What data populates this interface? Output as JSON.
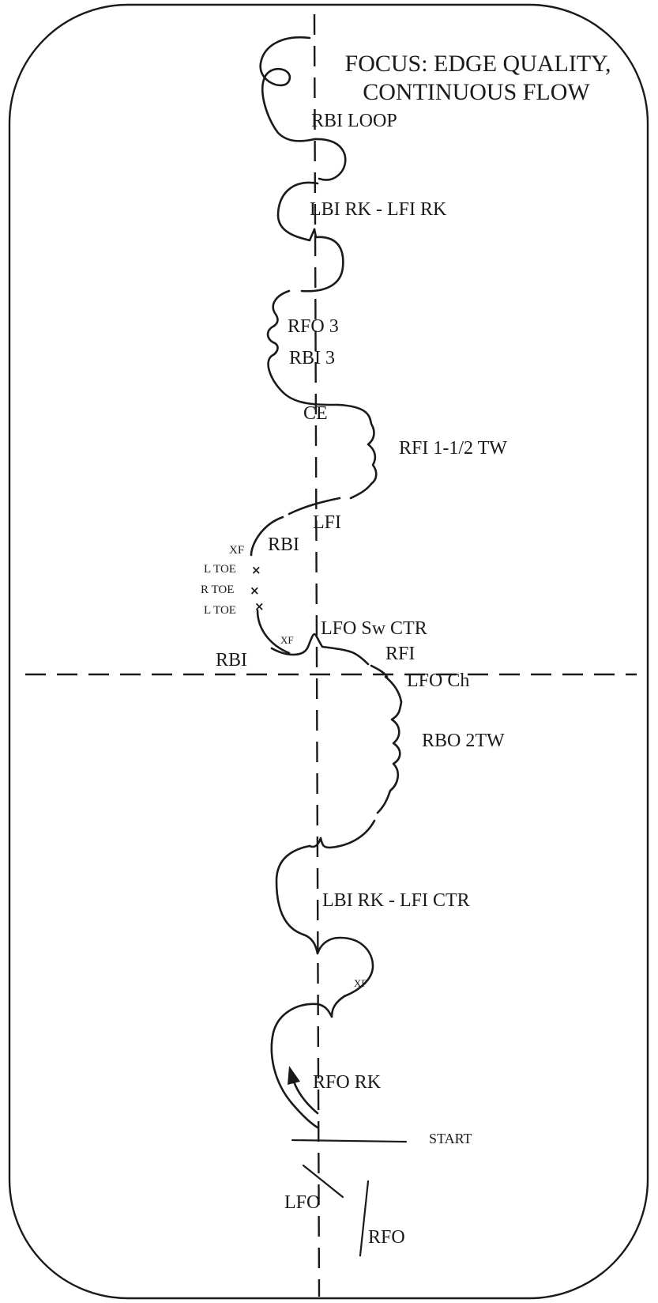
{
  "focus": {
    "line1": "FOCUS: EDGE QUALITY,",
    "line2": "CONTINUOUS FLOW"
  },
  "labels": {
    "rbi_loop": "RBI LOOP",
    "lbi_rk_lfi_rk": "LBI RK - LFI RK",
    "rfo_3": "RFO 3",
    "rbi_3": "RBI 3",
    "ce": "CE",
    "rfi_1_1_2_tw": "RFI 1-1/2 TW",
    "lfi": "LFI",
    "rbi_upper": "RBI",
    "xf_upper": "XF",
    "l_toe_1": "L TOE",
    "r_toe": "R TOE",
    "l_toe_2": "L TOE",
    "xf_mid": "XF",
    "lfo_sw_ctr": "LFO Sw CTR",
    "rbi_lower": "RBI",
    "rfi": "RFI",
    "lfo_ch": "LFO Ch",
    "rbo_2tw": "RBO 2TW",
    "lbi_rk_lfi_ctr": "LBI RK - LFI CTR",
    "xf_lower": "XF",
    "rfo_rk": "RFO RK",
    "start": "START",
    "lfo": "LFO",
    "rfo": "RFO"
  },
  "marks": {
    "toe_mark": "×"
  }
}
